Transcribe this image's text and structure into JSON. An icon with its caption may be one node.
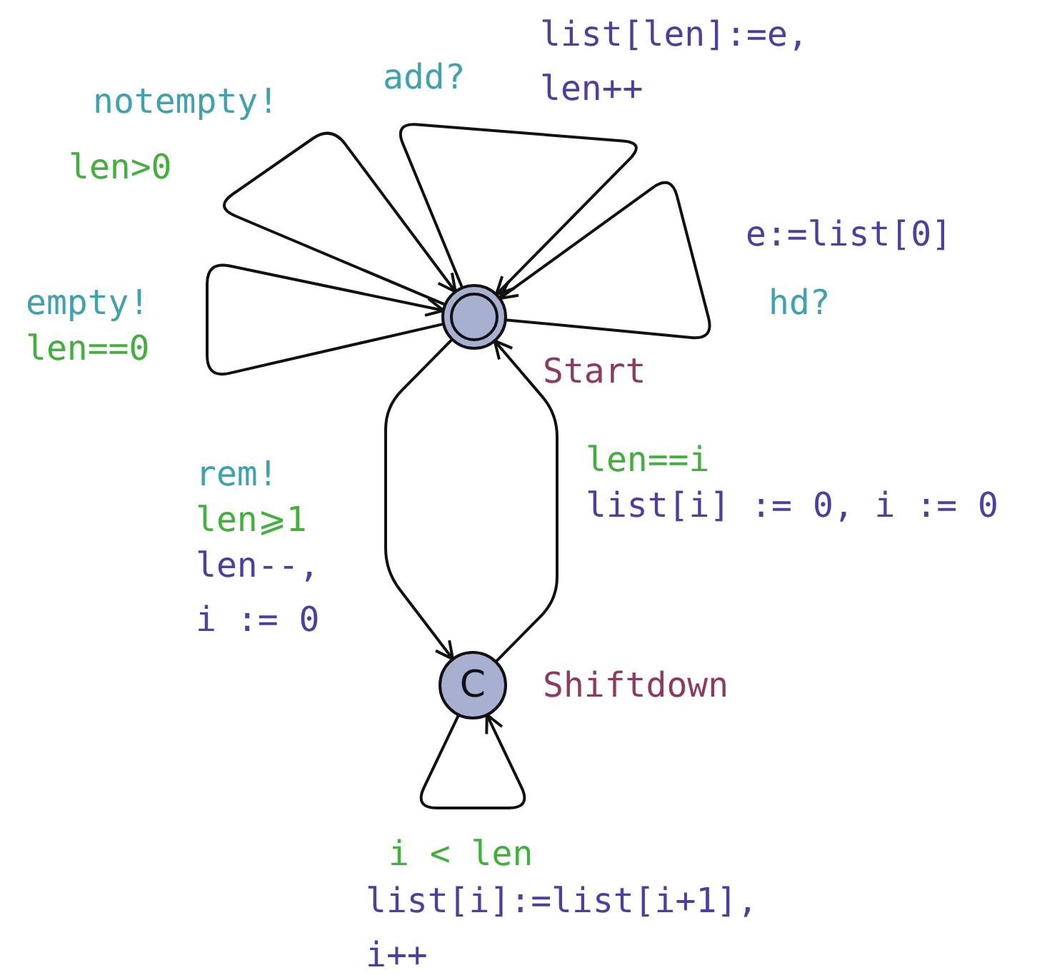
{
  "diagram": {
    "nodes": [
      {
        "text": [],
        "shape": "circle",
        "beside": [
          "Start"
        ]
      },
      {
        "text": [
          "C"
        ],
        "beside": [
          "Shiftdown"
        ]
      }
    ],
    "edges": [
      {
        "from": 0,
        "to": 0,
        "arrow": "to"
      },
      {
        "from": 0,
        "to": 0,
        "arrow": "to"
      },
      {
        "from": 0,
        "to": 0,
        "arrow": "to"
      },
      {
        "from": 0,
        "to": 0,
        "arrow": "to"
      },
      {
        "from": 0,
        "to": 1,
        "arrow": "to"
      },
      {
        "from": 1,
        "to": 0,
        "arrow": "to"
      },
      {
        "from": 1,
        "to": 1,
        "arrow": "to"
      }
    ],
    "labels": [
      "list[len]:=e,",
      "len++",
      "add?",
      "notempty!",
      "len>0",
      "e:=list[0]",
      "empty!",
      "hd?",
      "len==0",
      "len==i",
      "list[i] := 0, i := 0",
      "rem!",
      "len⩾1",
      "len--,",
      "i := 0",
      "i < len",
      "list[i]:=list[i+1],",
      "i++"
    ]
  }
}
